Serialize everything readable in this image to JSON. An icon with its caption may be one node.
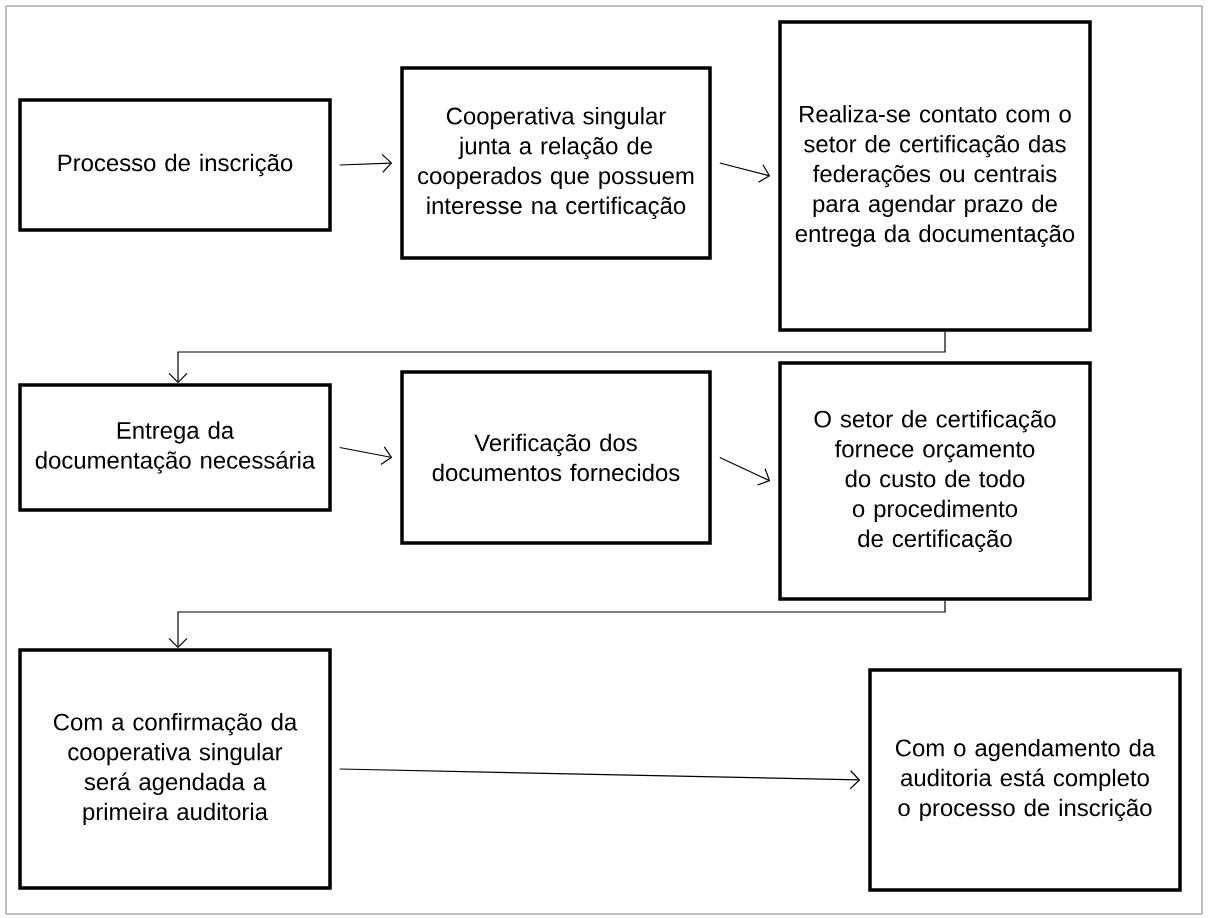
{
  "diagram": {
    "nodes": [
      {
        "text": [
          "Processo de inscrição"
        ]
      },
      {
        "text": [
          "Cooperativa singular junta a relação de cooperados que possuem interesse na certificação"
        ]
      },
      {
        "text": [
          "Realiza-se contato com o setor de certificação das federações ou centrais para agendar prazo de entrega da documentação"
        ]
      },
      {
        "text": [
          "Entrega da documentação necessária"
        ]
      },
      {
        "text": [
          "Verificação dos documentos fornecidos"
        ]
      },
      {
        "text": [
          "O setor de certificação fornece orçamento do custo de todo o procedimento de certificação"
        ]
      },
      {
        "text": [
          "Com a confirmação da cooperativa singular será agendada a primeira auditoria"
        ]
      },
      {
        "text": [
          "Com o agendamento da auditoria está completo o processo de inscrição"
        ]
      }
    ],
    "edges": [
      {
        "from": 0,
        "to": 1,
        "arrow": "to"
      },
      {
        "from": 1,
        "to": 2,
        "arrow": "to"
      },
      {
        "from": 2,
        "to": 3,
        "arrow": "to"
      },
      {
        "from": 3,
        "to": 4,
        "arrow": "to"
      },
      {
        "from": 4,
        "to": 5,
        "arrow": "to"
      },
      {
        "from": 5,
        "to": 6,
        "arrow": "to"
      },
      {
        "from": 6,
        "to": 7,
        "arrow": "to"
      }
    ]
  }
}
